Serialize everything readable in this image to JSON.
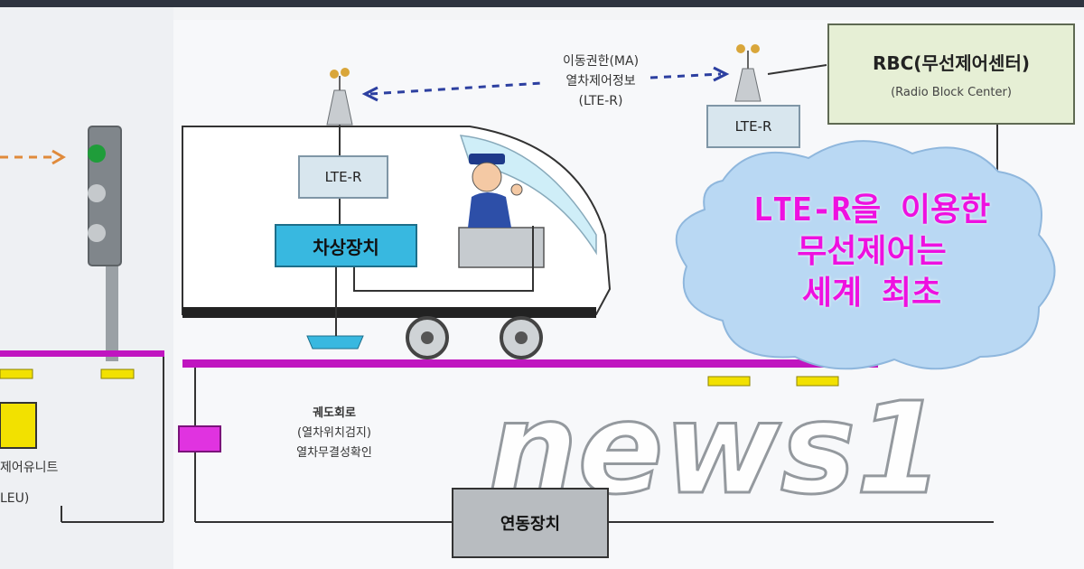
{
  "diagram": {
    "ma_label": "이동권한(MA)",
    "control_info_label": "열차제어정보",
    "ma_medium": "(LTE-R)",
    "rbc_title": "RBC(무선제어센터)",
    "rbc_subtitle": "(Radio Block Center)",
    "lte_r_onboard": "LTE-R",
    "lte_r_wayside": "LTE-R",
    "onboard_device": "차상장치",
    "track_circuit_title": "궤도회로",
    "track_circuit_line1": "(열차위치검지)",
    "track_circuit_line2": "열차무결성확인",
    "interlocking": "연동장치",
    "left_unit_label": "제어유니트",
    "left_unit_code": "LEU)",
    "cloud_line1": "LTE-R을 이용한",
    "cloud_line2": "무선제어는",
    "cloud_line3": "세계 최초",
    "watermark": "news1"
  },
  "colors": {
    "track": "#c015c0",
    "balise": "#f2e100",
    "onboard_box": "#38b8e0",
    "cloud": "#b9d8f3",
    "cloud_text": "#ee10e0",
    "rbc_box": "#e6efd5"
  }
}
